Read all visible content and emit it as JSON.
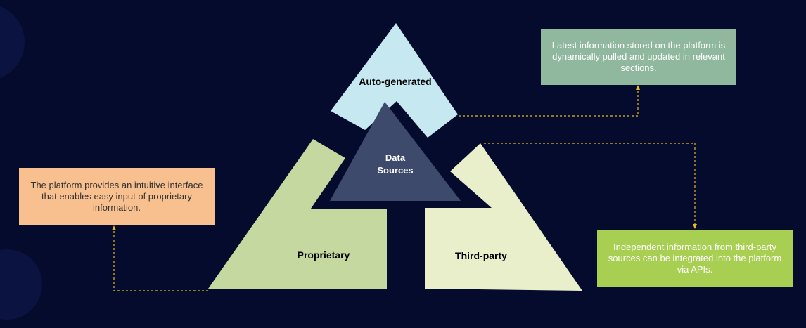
{
  "diagram": {
    "center": {
      "line1": "Data",
      "line2": "Sources"
    },
    "segments": {
      "top": "Auto-generated",
      "left": "Proprietary",
      "right": "Third-party"
    },
    "callouts": {
      "top_right": "Latest information stored on the platform is dynamically pulled and updated in relevant sections.",
      "left": "The platform provides an intuitive interface that enables easy input of proprietary information.",
      "right": "Independent information from third-party sources can be integrated into the platform via APIs."
    }
  },
  "colors": {
    "background": "#050b2c",
    "center": "#3d4a6b",
    "top_segment": "#c6e8f0",
    "left_segment": "#c5d89f",
    "right_segment": "#e9efcb",
    "box_top_right": "#8fb89e",
    "box_left": "#f8c08f",
    "box_right": "#a8cf52",
    "connector": "#e8b820",
    "bubble": "#0b1440"
  }
}
